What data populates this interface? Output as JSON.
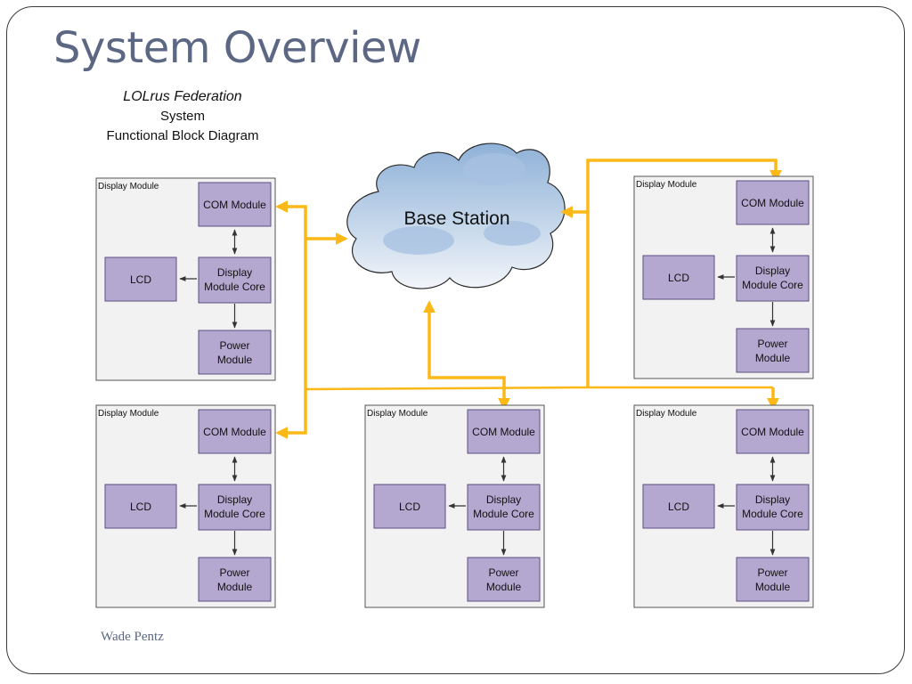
{
  "slide": {
    "title": "System Overview",
    "subtitle": {
      "line1": "LOLrus Federation",
      "line2": "System",
      "line3": "Functional Block Diagram"
    },
    "footer": "Wade Pentz"
  },
  "base_station": {
    "label": "Base Station"
  },
  "module_template": {
    "label": "Display Module",
    "com": "COM Module",
    "lcd": "LCD",
    "core_line1": "Display",
    "core_line2": "Module Core",
    "power_line1": "Power",
    "power_line2": "Module"
  },
  "colors": {
    "title": "#5b6783",
    "block_fill": "#b4a7d0",
    "connection": "#fbb817",
    "module_bg": "#f2f2f2"
  }
}
